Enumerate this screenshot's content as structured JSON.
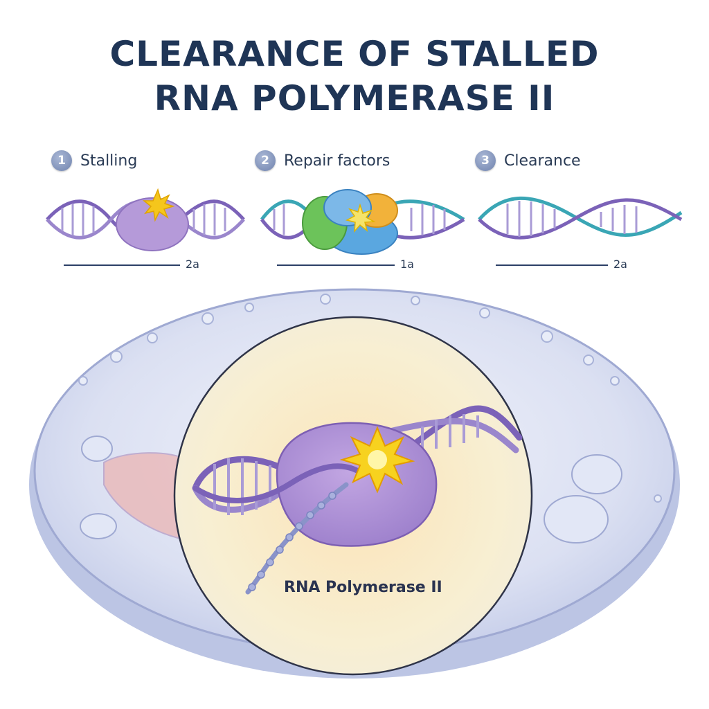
{
  "title": {
    "line1": "CLEARANCE OF STALLED",
    "line2": "RNA POLYMERASE II"
  },
  "steps": [
    {
      "number": "1",
      "label": "Stalling",
      "scale": "2a"
    },
    {
      "number": "2",
      "label": "Repair factors",
      "scale": "1a"
    },
    {
      "number": "3",
      "label": "Clearance",
      "scale": "2a"
    }
  ],
  "main": {
    "label": "RNA Polymerase II"
  },
  "colors": {
    "title": "#1f3556",
    "dna_purple": "#7b62b8",
    "dna_teal": "#3aa6b5",
    "polymerase": "#b59ad9",
    "star": "#f5c61c",
    "repair_green": "#6cc35a",
    "repair_blue": "#5aa7e0",
    "repair_orange": "#f2b23a",
    "nucleus": "#f7eccb",
    "cell": "#dfe4f3"
  }
}
